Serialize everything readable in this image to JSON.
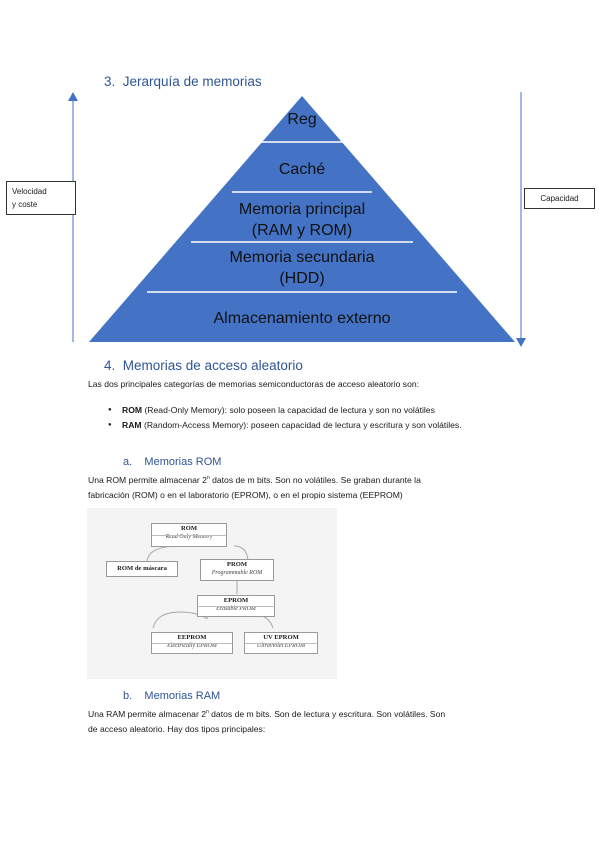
{
  "section3": {
    "number": "3.",
    "title": "Jerarquía de memorias"
  },
  "pyramid": {
    "levels": [
      {
        "lines": [
          "Reg"
        ]
      },
      {
        "lines": [
          "Caché"
        ]
      },
      {
        "lines": [
          "Memoria principal",
          "(RAM y ROM)"
        ]
      },
      {
        "lines": [
          "Memoria secundaria",
          "(HDD)"
        ]
      },
      {
        "lines": [
          "Almacenamiento externo"
        ]
      }
    ],
    "fill": "#4472c4",
    "left_label": [
      "Velocidad",
      "y coste"
    ],
    "right_label": "Capacidad",
    "arrow_color": "#4472c4"
  },
  "section4": {
    "number": "4.",
    "title": "Memorias de acceso aleatorio",
    "intro": "Las dos principales categorías de memorias semiconductoras de acceso aleatorio son:",
    "bullets": [
      {
        "term": "ROM",
        "rest": " (Read-Only Memory): solo poseen la capacidad de lectura y son no volátiles"
      },
      {
        "term": "RAM",
        "rest": " (Random-Access Memory): poseen capacidad de lectura y escritura y son volátiles."
      }
    ]
  },
  "subA": {
    "letter": "a.",
    "title": "Memorias ROM",
    "p1_pre": "Una ROM permite almacenar 2",
    "p1_sup": "n",
    "p1_post": " datos de m bits. Son no volátiles. Se graban durante la",
    "p2": "fabricación (ROM) o en el laboratorio (EPROM), o en el propio sistema (EEPROM)"
  },
  "rom_diagram": {
    "rom": {
      "title": "ROM",
      "sub": "Read Only Memory"
    },
    "mask": {
      "title": "ROM de máscara"
    },
    "prom": {
      "title": "PROM",
      "sub": "Programmable ROM"
    },
    "eprom": {
      "title": "EPROM",
      "sub": "Erasable PROM"
    },
    "eeprom": {
      "title": "EEPROM",
      "sub": "Electrically EPROM"
    },
    "uveprom": {
      "title": "UV EPROM",
      "sub": "Ultraviolet EPROM"
    }
  },
  "subB": {
    "letter": "b.",
    "title": "Memorias RAM",
    "p1_pre": "Una RAM permite almacenar 2",
    "p1_sup": "n",
    "p1_post": " datos de m bits. Son de lectura y escritura. Son volátiles. Son",
    "p2": "de acceso aleatorio. Hay dos tipos principales:"
  }
}
